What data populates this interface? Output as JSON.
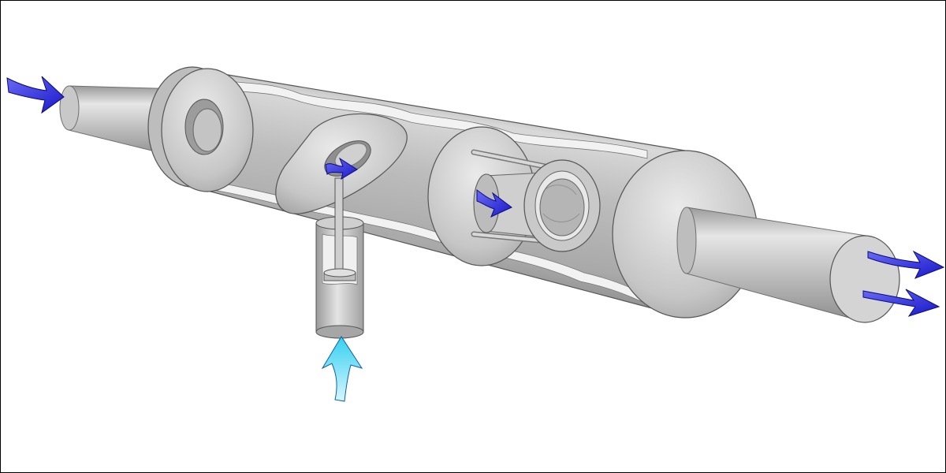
{
  "diagram": {
    "colors": {
      "background": "#ffffff",
      "frame": "#000000",
      "metal_light": "#e2e2e2",
      "metal_mid": "#b9b9b9",
      "metal_dark": "#8a8a8a",
      "cut_edge": "#f2f2f2",
      "flow_arrow": "#2a2ae0",
      "flow_arrow_outline": "#0a0a80",
      "injected_flow_arrow": "#39d7f2",
      "injected_flow_outline": "#1060a0"
    },
    "components": [
      {
        "id": "inlet-pipe",
        "icon": "pipe-icon"
      },
      {
        "id": "main-housing",
        "icon": "cylinder-cutaway-icon"
      },
      {
        "id": "entry-annular-disk",
        "icon": "annular-disk-icon"
      },
      {
        "id": "inclined-swirl-plate",
        "icon": "inclined-plate-icon"
      },
      {
        "id": "injection-tube",
        "icon": "vertical-tube-icon"
      },
      {
        "id": "injector-piston",
        "icon": "piston-icon"
      },
      {
        "id": "mixing-chamber",
        "icon": "cage-chamber-icon"
      },
      {
        "id": "exit-flange",
        "icon": "flange-disk-icon"
      },
      {
        "id": "outlet-pipe",
        "icon": "pipe-icon"
      }
    ],
    "arrows": [
      {
        "id": "inlet-flow",
        "icon": "flow-arrow-icon",
        "kind": "main"
      },
      {
        "id": "plate-flow",
        "icon": "flow-arrow-icon",
        "kind": "main"
      },
      {
        "id": "chamber-flow",
        "icon": "flow-arrow-icon",
        "kind": "main"
      },
      {
        "id": "outlet-flow-upper",
        "icon": "flow-arrow-icon",
        "kind": "main"
      },
      {
        "id": "outlet-flow-lower",
        "icon": "flow-arrow-icon",
        "kind": "main"
      },
      {
        "id": "injected-flow",
        "icon": "flow-arrow-icon",
        "kind": "injected"
      }
    ]
  }
}
